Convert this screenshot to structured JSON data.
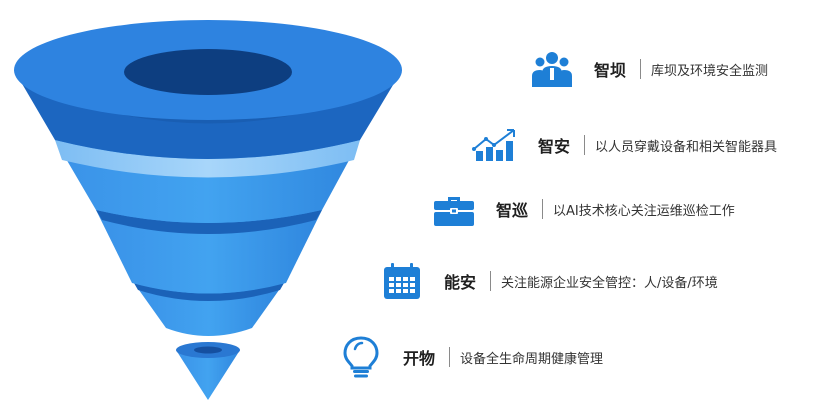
{
  "colors": {
    "primary": "#2e83e0",
    "dark": "#1757a8",
    "light": "#8ec9f6",
    "icon": "#1e7fd6"
  },
  "items": [
    {
      "title": "智坝",
      "desc": "库坝及环境安全监测",
      "icon": "team-icon"
    },
    {
      "title": "智安",
      "desc": "以人员穿戴设备和相关智能器具",
      "icon": "growth-chart-icon"
    },
    {
      "title": "智巡",
      "desc": "以AI技术核心关注运维巡检工作",
      "icon": "briefcase-icon"
    },
    {
      "title": "能安",
      "desc": "关注能源企业安全管控：人/设备/环境",
      "icon": "calendar-icon"
    },
    {
      "title": "开物",
      "desc": "设备全生命周期健康管理",
      "icon": "lightbulb-icon"
    }
  ]
}
